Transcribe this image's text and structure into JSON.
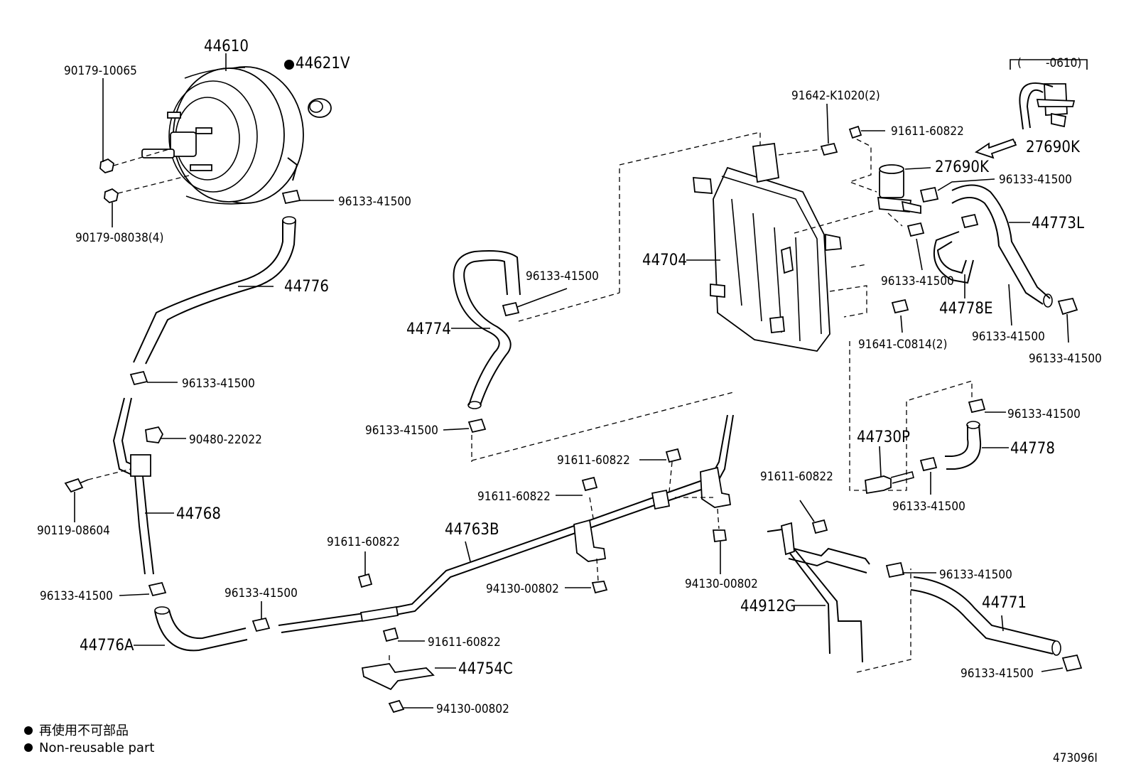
{
  "labels": {
    "p44610": "44610",
    "p44621v": "44621V",
    "p90179_10065": "90179-10065",
    "p90179_08038": "90179-08038(4)",
    "c_booster": "96133-41500",
    "p44776": "44776",
    "c_44776_low": "96133-41500",
    "p90480": "90480-22022",
    "p90119": "90119-08604",
    "p44768": "44768",
    "c_44768_low": "96133-41500",
    "p44776a": "44776A",
    "c_44763_end": "96133-41500",
    "b_44754_top": "91611-60822",
    "b_44754_low": "91611-60822",
    "p44754c": "44754C",
    "n_44754": "94130-00802",
    "p44763b": "44763B",
    "b_mid1": "91611-60822",
    "b_mid2": "91611-60822",
    "n_mid": "94130-00802",
    "n_right": "94130-00802",
    "p44774": "44774",
    "c_44774_top": "96133-41500",
    "c_44774_low": "96133-41500",
    "p44704": "44704",
    "b_91642": "91642-K1020(2)",
    "b_91611_top": "91611-60822",
    "p27690k_a": "27690K",
    "c_27690": "96133-41500",
    "range": "(　　-0610)",
    "p27690k_b": "27690K",
    "p44773l": "44773L",
    "c_vsv_low": "96133-41500",
    "p44778e": "44778E",
    "c_44773_low": "96133-41500",
    "c_44773_end": "96133-41500",
    "b_91641": "91641-C0814(2)",
    "c_44778_top": "96133-41500",
    "p44730p": "44730P",
    "p44778": "44778",
    "c_44778_low": "96133-41500",
    "b_44912": "91611-60822",
    "c_44771_top": "96133-41500",
    "p44912g": "44912G",
    "p44771": "44771",
    "c_44771_low": "96133-41500"
  },
  "legend": {
    "jp": "再使用不可部品",
    "en": "Non-reusable part"
  },
  "figure_id": "473096I"
}
